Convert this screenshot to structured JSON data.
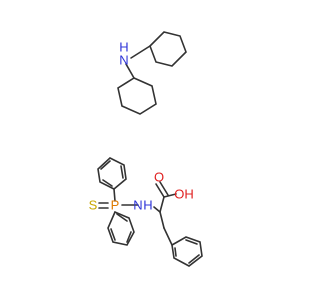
{
  "molecule": {
    "dicyclohexylamine": {
      "nitrogen_label": "N",
      "hydrogen_label": "H"
    },
    "phosphinothioyl_phenylalanine": {
      "sulfur_label": "S",
      "phosphorus_label": "P",
      "nitrogen_label": "N",
      "hydrogen_label": "H",
      "oxygen_label": "O",
      "hydroxyl_label": "OH"
    }
  },
  "colors": {
    "bond": "#333333",
    "nitrogen": "#2f35d8",
    "oxygen": "#e02020",
    "sulfur": "#c8a800",
    "phosphorus": "#e07b00"
  }
}
